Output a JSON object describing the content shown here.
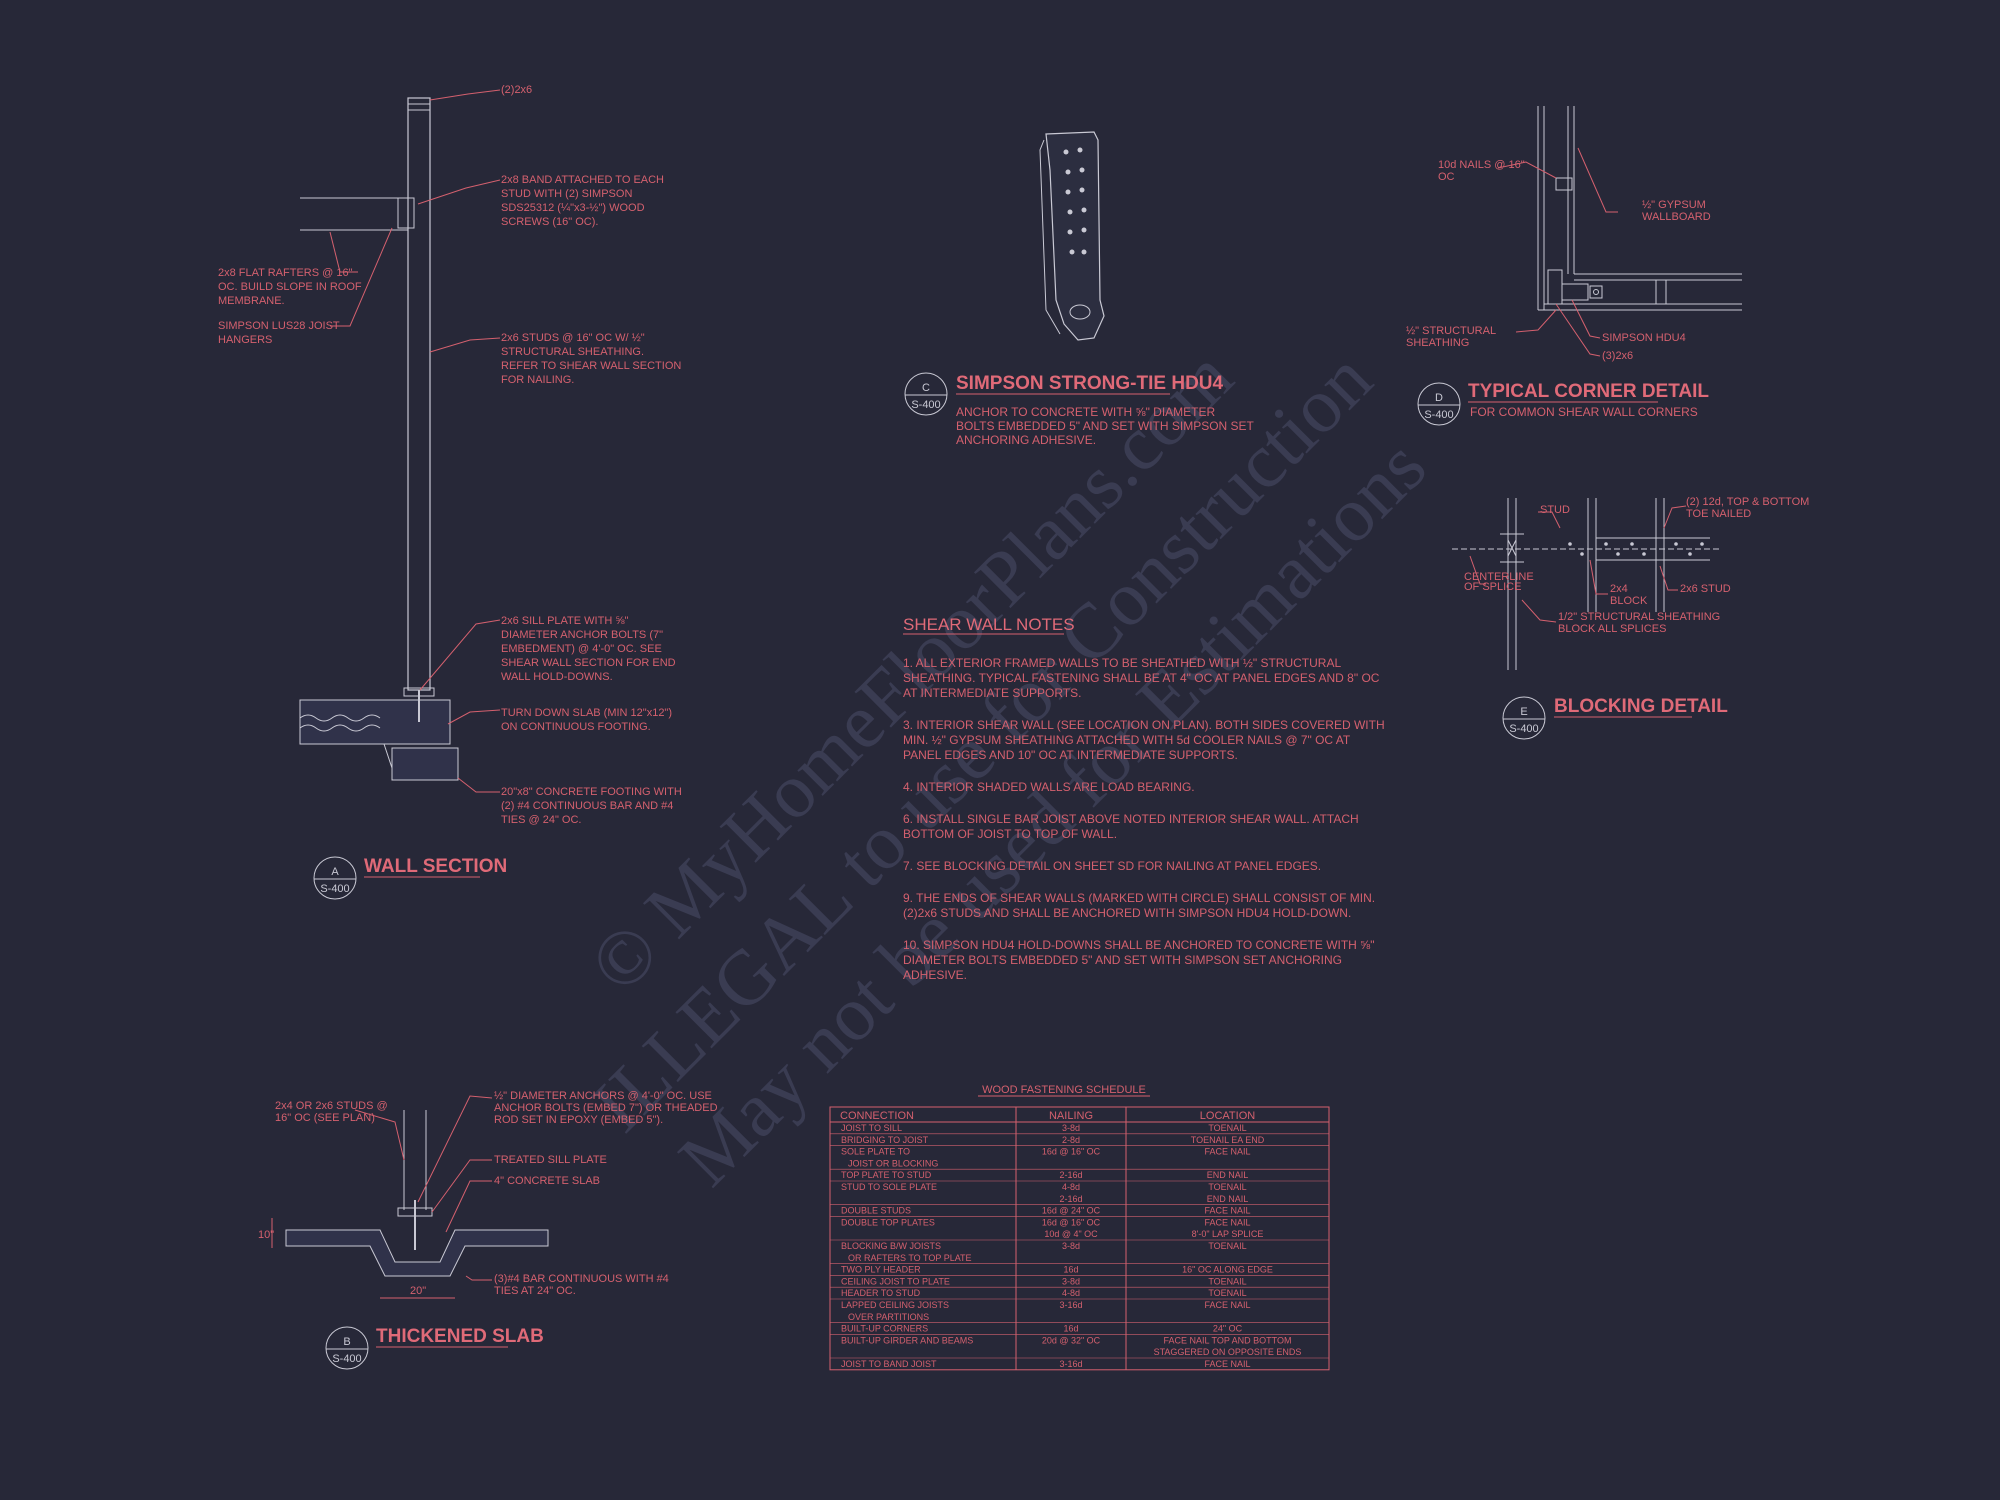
{
  "watermark": {
    "line1": "© MyHomeFloorPlans.com",
    "line2": "ILLEGAL to use for Construction",
    "line3": "May not be used for Estimations"
  },
  "wall_section": {
    "title": "WALL SECTION",
    "bubble_letter": "A",
    "bubble_sheet": "S-400",
    "notes": {
      "top_plates": "(2)2x6",
      "band": [
        "2x8 BAND ATTACHED TO EACH",
        "STUD WITH (2) SIMPSON",
        "SDS25312 (¼\"x3-½\") WOOD",
        "SCREWS (16\" OC)."
      ],
      "rafters": [
        "2x8 FLAT RAFTERS @ 16\"",
        "OC. BUILD SLOPE IN ROOF",
        "MEMBRANE."
      ],
      "hangers": [
        "SIMPSON LUS28 JOIST",
        "HANGERS"
      ],
      "studs": [
        "2x6 STUDS @ 16\" OC W/ ½\"",
        "STRUCTURAL SHEATHING.",
        "REFER TO SHEAR WALL SECTION",
        "FOR NAILING."
      ],
      "sill": [
        "2x6 SILL PLATE WITH ⅝\"",
        "DIAMETER ANCHOR BOLTS (7\"",
        "EMBEDMENT) @ 4'-0\" OC. SEE",
        "SHEAR WALL SECTION FOR END",
        "WALL HOLD-DOWNS."
      ],
      "slab": [
        "TURN DOWN SLAB (MIN 12\"x12\")",
        "ON CONTINUOUS FOOTING."
      ],
      "footing": [
        "20\"x8\" CONCRETE FOOTING WITH",
        "(2) #4 CONTINUOUS BAR AND #4",
        "TIES @ 24\" OC."
      ]
    }
  },
  "thickened_slab": {
    "title": "THICKENED SLAB",
    "bubble_letter": "B",
    "bubble_sheet": "S-400",
    "dim_height": "10\"",
    "dim_width": "20\"",
    "notes": {
      "studs": [
        "2x4 OR 2x6 STUDS @",
        "16\" OC (SEE PLAN)"
      ],
      "anchors": [
        "½\" DIAMETER ANCHORS @ 4'-0\" OC. USE",
        "ANCHOR BOLTS (EMBED 7\") OR THEADED",
        "ROD SET IN EPOXY (EMBED 5\")."
      ],
      "sill": [
        "TREATED SILL PLATE"
      ],
      "slab": [
        "4\" CONCRETE SLAB"
      ],
      "bar": [
        "(3)#4 BAR CONTINUOUS WITH #4",
        "TIES AT 24\" OC."
      ]
    }
  },
  "hdu4": {
    "title": "SIMPSON STRONG-TIE HDU4",
    "bubble_letter": "C",
    "bubble_sheet": "S-400",
    "desc": [
      "ANCHOR TO CONCRETE WITH ⅝\" DIAMETER",
      "BOLTS EMBEDDED 5\" AND SET WITH SIMPSON SET",
      "ANCHORING ADHESIVE."
    ]
  },
  "corner": {
    "title": "TYPICAL CORNER DETAIL",
    "bubble_letter": "D",
    "bubble_sheet": "S-400",
    "sub": "FOR COMMON SHEAR WALL CORNERS",
    "notes": {
      "nails": [
        "10d NAILS @ 16\"",
        "OC"
      ],
      "gypsum": [
        "½\" GYPSUM",
        "WALLBOARD"
      ],
      "sheathing": [
        "½\" STRUCTURAL",
        "SHEATHING"
      ],
      "hdu": [
        "SIMPSON HDU4"
      ],
      "studs": [
        "(3)2x6"
      ]
    }
  },
  "blocking": {
    "title": "BLOCKING DETAIL",
    "bubble_letter": "E",
    "bubble_sheet": "S-400",
    "notes": {
      "stud": [
        "STUD"
      ],
      "nails": [
        "(2) 12d, TOP & BOTTOM",
        "TOE NAILED"
      ],
      "centerline": [
        "CENTERLINE",
        "OF SPLICE"
      ],
      "block": [
        "2x4",
        "BLOCK"
      ],
      "stud2": [
        "2x6 STUD"
      ],
      "sheathing": [
        "1/2\" STRUCTURAL SHEATHING",
        "BLOCK ALL SPLICES"
      ]
    }
  },
  "shear_notes": {
    "heading": "SHEAR WALL NOTES",
    "items": [
      [
        "1. ALL EXTERIOR FRAMED WALLS TO BE SHEATHED WITH ½\" STRUCTURAL",
        "SHEATHING. TYPICAL FASTENING SHALL BE AT 4\" OC AT PANEL EDGES AND 8\" OC",
        "AT INTERMEDIATE SUPPORTS."
      ],
      [
        "3. INTERIOR SHEAR WALL (SEE LOCATION ON PLAN). BOTH SIDES COVERED WITH",
        "MIN. ½\" GYPSUM SHEATHING ATTACHED WITH 5d COOLER NAILS @ 7\" OC AT",
        "PANEL EDGES AND 10\" OC AT INTERMEDIATE SUPPORTS."
      ],
      [
        "4. INTERIOR SHADED WALLS ARE LOAD BEARING."
      ],
      [
        "6. INSTALL SINGLE BAR JOIST ABOVE NOTED INTERIOR SHEAR WALL. ATTACH",
        "BOTTOM OF JOIST TO TOP OF WALL."
      ],
      [
        "7. SEE BLOCKING DETAIL ON SHEET SD FOR NAILING AT PANEL EDGES."
      ],
      [
        "9. THE ENDS OF SHEAR WALLS (MARKED WITH CIRCLE) SHALL CONSIST OF MIN.",
        "(2)2x6 STUDS AND SHALL BE ANCHORED WITH SIMPSON HDU4 HOLD-DOWN."
      ],
      [
        "10. SIMPSON HDU4 HOLD-DOWNS SHALL BE ANCHORED TO CONCRETE WITH ⅝\"",
        "DIAMETER BOLTS EMBEDDED 5\" AND SET WITH SIMPSON SET ANCHORING",
        "ADHESIVE."
      ]
    ]
  },
  "schedule": {
    "title": "WOOD FASTENING SCHEDULE",
    "headers": [
      "CONNECTION",
      "NAILING",
      "LOCATION"
    ],
    "rows": [
      {
        "c": [
          "JOIST TO SILL"
        ],
        "n": [
          "3-8d"
        ],
        "l": [
          "TOENAIL"
        ]
      },
      {
        "c": [
          "BRIDGING TO JOIST"
        ],
        "n": [
          "2-8d"
        ],
        "l": [
          "TOENAIL EA END"
        ]
      },
      {
        "c": [
          "SOLE PLATE TO",
          "JOIST OR BLOCKING"
        ],
        "n": [
          "16d @ 16\" OC"
        ],
        "l": [
          "FACE NAIL"
        ]
      },
      {
        "c": [
          "TOP PLATE TO STUD"
        ],
        "n": [
          "2-16d"
        ],
        "l": [
          "END NAIL"
        ]
      },
      {
        "c": [
          "STUD TO SOLE PLATE",
          ""
        ],
        "n": [
          "4-8d",
          "2-16d"
        ],
        "l": [
          "TOENAIL",
          "END NAIL"
        ]
      },
      {
        "c": [
          "DOUBLE STUDS"
        ],
        "n": [
          "16d @ 24\" OC"
        ],
        "l": [
          "FACE NAIL"
        ]
      },
      {
        "c": [
          "DOUBLE TOP PLATES",
          ""
        ],
        "n": [
          "16d @ 16\" OC",
          "10d @ 4\" OC"
        ],
        "l": [
          "FACE NAIL",
          "8'-0\" LAP SPLICE"
        ]
      },
      {
        "c": [
          "BLOCKING B/W JOISTS",
          "OR RAFTERS TO TOP PLATE"
        ],
        "n": [
          "3-8d"
        ],
        "l": [
          "TOENAIL"
        ]
      },
      {
        "c": [
          "TWO PLY HEADER"
        ],
        "n": [
          "16d"
        ],
        "l": [
          "16\" OC ALONG EDGE"
        ]
      },
      {
        "c": [
          "CEILING JOIST TO PLATE"
        ],
        "n": [
          "3-8d"
        ],
        "l": [
          "TOENAIL"
        ]
      },
      {
        "c": [
          "HEADER TO STUD"
        ],
        "n": [
          "4-8d"
        ],
        "l": [
          "TOENAIL"
        ]
      },
      {
        "c": [
          "LAPPED CEILING JOISTS",
          "OVER PARTITIONS"
        ],
        "n": [
          "3-16d"
        ],
        "l": [
          "FACE NAIL"
        ]
      },
      {
        "c": [
          "BUILT-UP CORNERS"
        ],
        "n": [
          "16d"
        ],
        "l": [
          "24\" OC"
        ]
      },
      {
        "c": [
          "BUILT-UP GIRDER AND BEAMS",
          ""
        ],
        "n": [
          "20d @ 32\" OC"
        ],
        "l": [
          "FACE NAIL TOP AND BOTTOM",
          "STAGGERED ON OPPOSITE ENDS"
        ]
      },
      {
        "c": [
          "JOIST TO BAND JOIST"
        ],
        "n": [
          "3-16d"
        ],
        "l": [
          "FACE NAIL"
        ]
      }
    ]
  },
  "colors": {
    "background": "#272838",
    "annotation": "#d4606e",
    "linework": "#c9c9d4",
    "watermark": "#3a3c52"
  }
}
